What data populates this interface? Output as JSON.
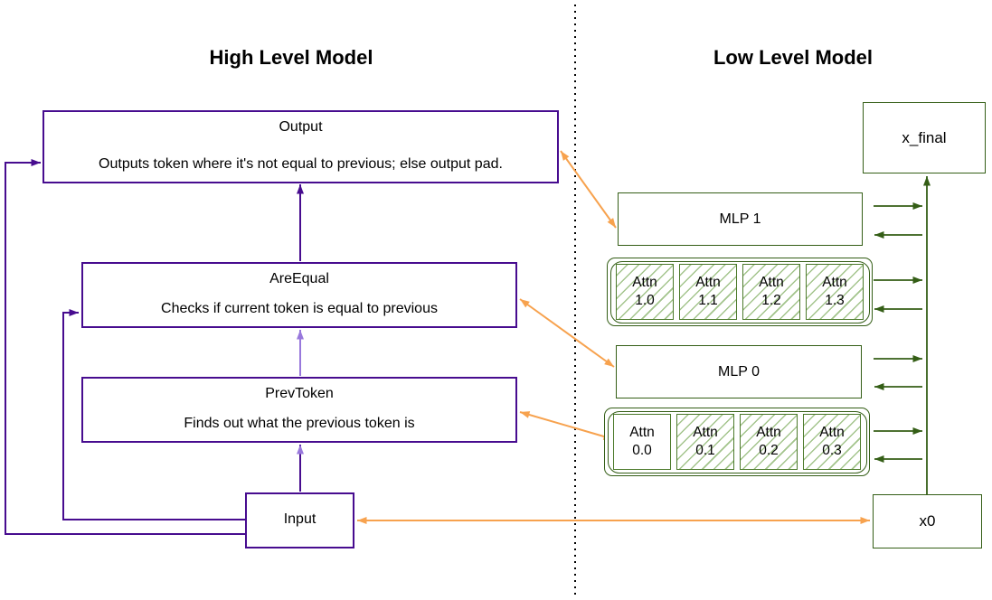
{
  "titles": {
    "high": "High Level Model",
    "low": "Low Level Model"
  },
  "high_level": {
    "output": {
      "title": "Output",
      "desc": "Outputs token where it's not equal to previous; else output pad."
    },
    "are_equal": {
      "title": "AreEqual",
      "desc": "Checks if current token is equal to previous"
    },
    "prev_token": {
      "title": "PrevToken",
      "desc": "Finds out what the previous token is"
    },
    "input": {
      "title": "Input"
    }
  },
  "low_level": {
    "x_final": {
      "label": "x_final"
    },
    "mlp1": {
      "label": "MLP 1"
    },
    "attn1": [
      {
        "word": "Attn",
        "num": "1.0",
        "hatched": true
      },
      {
        "word": "Attn",
        "num": "1.1",
        "hatched": true
      },
      {
        "word": "Attn",
        "num": "1.2",
        "hatched": true
      },
      {
        "word": "Attn",
        "num": "1.3",
        "hatched": true
      }
    ],
    "mlp0": {
      "label": "MLP 0"
    },
    "attn0": [
      {
        "word": "Attn",
        "num": "0.0",
        "hatched": false
      },
      {
        "word": "Attn",
        "num": "0.1",
        "hatched": true
      },
      {
        "word": "Attn",
        "num": "0.2",
        "hatched": true
      },
      {
        "word": "Attn",
        "num": "0.3",
        "hatched": true
      }
    ],
    "x0": {
      "label": "x0"
    }
  },
  "colors": {
    "purple": "#470c8f",
    "purple_light": "#9878dc",
    "orange": "#f7a24e",
    "green": "#345e16",
    "green_mid": "#4c7a2b",
    "green_hatch": "#a3c48c",
    "divider": "#000000"
  }
}
